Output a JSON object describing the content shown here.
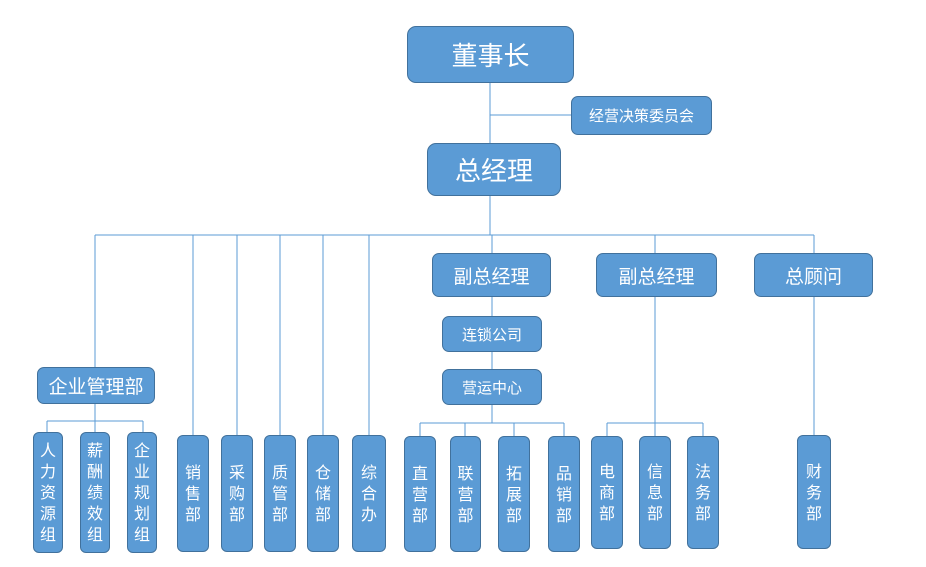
{
  "chairman": "董事长",
  "committee": "经营决策委员会",
  "gm": "总经理",
  "deputy_gm_1": "副总经理",
  "deputy_gm_2": "副总经理",
  "advisor": "总顾问",
  "enterprise_mgmt": "企业管理部",
  "chain_company": "连锁公司",
  "ops_center": "营运中心",
  "depts": {
    "hr": "人力资源组",
    "salary": "薪酬绩效组",
    "planning": "企业规划组",
    "sales": "销售部",
    "purchasing": "采购部",
    "quality": "质管部",
    "storage": "仓储部",
    "general_office": "综合办",
    "direct": "直营部",
    "franchise": "联营部",
    "expansion": "拓展部",
    "marketing": "品销部",
    "ecommerce": "电商部",
    "info": "信息部",
    "legal": "法务部",
    "finance": "财务部"
  },
  "colors": {
    "box_fill": "#5b9bd5",
    "box_border": "#41719c",
    "connector": "#5b9bd5"
  }
}
